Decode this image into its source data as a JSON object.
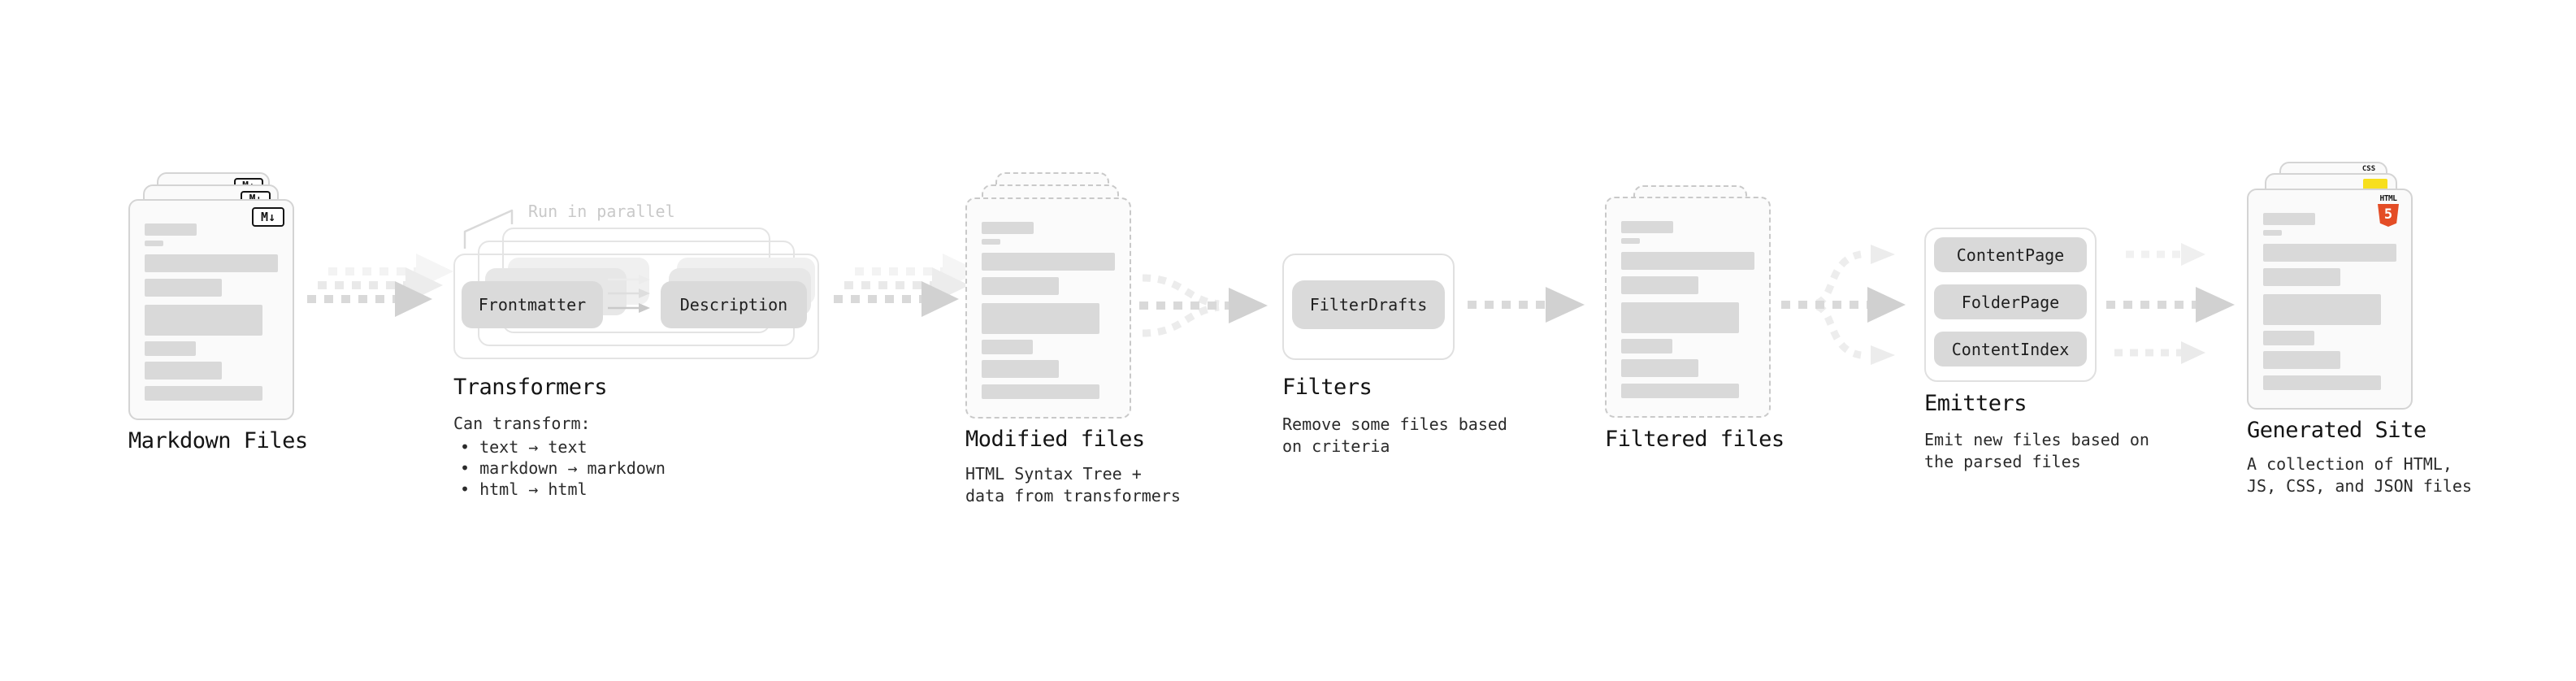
{
  "pipeline": {
    "markdown_files": {
      "heading": "Markdown Files",
      "badge": "M↓"
    },
    "transformers": {
      "heading": "Transformers",
      "annotation": "Run in parallel",
      "pill_left": "Frontmatter",
      "pill_right": "Description",
      "desc_title": "Can transform:",
      "bullets": [
        "• text → text",
        "• markdown → markdown",
        "• html → html"
      ]
    },
    "modified_files": {
      "heading": "Modified files",
      "desc": [
        "HTML Syntax Tree +",
        "data from transformers"
      ]
    },
    "filters": {
      "heading": "Filters",
      "pill": "FilterDrafts",
      "desc": [
        "Remove some files based",
        "on criteria"
      ]
    },
    "filtered_files": {
      "heading": "Filtered files"
    },
    "emitters": {
      "heading": "Emitters",
      "pills": [
        "ContentPage",
        "FolderPage",
        "ContentIndex"
      ],
      "desc": [
        "Emit new files based on",
        "the parsed files"
      ]
    },
    "generated_site": {
      "heading": "Generated Site",
      "desc": [
        "A collection of HTML,",
        "JS, CSS, and JSON files"
      ],
      "badges": {
        "css_label": "CSS",
        "html_label": "HTML",
        "html_number": "5"
      }
    }
  },
  "colors": {
    "html5_orange": "#e44d26",
    "js_yellow": "#f7df1e",
    "css_blue": "#2965f1",
    "bar_gray": "#d9d9d9",
    "pill_gray": "#dadada"
  }
}
